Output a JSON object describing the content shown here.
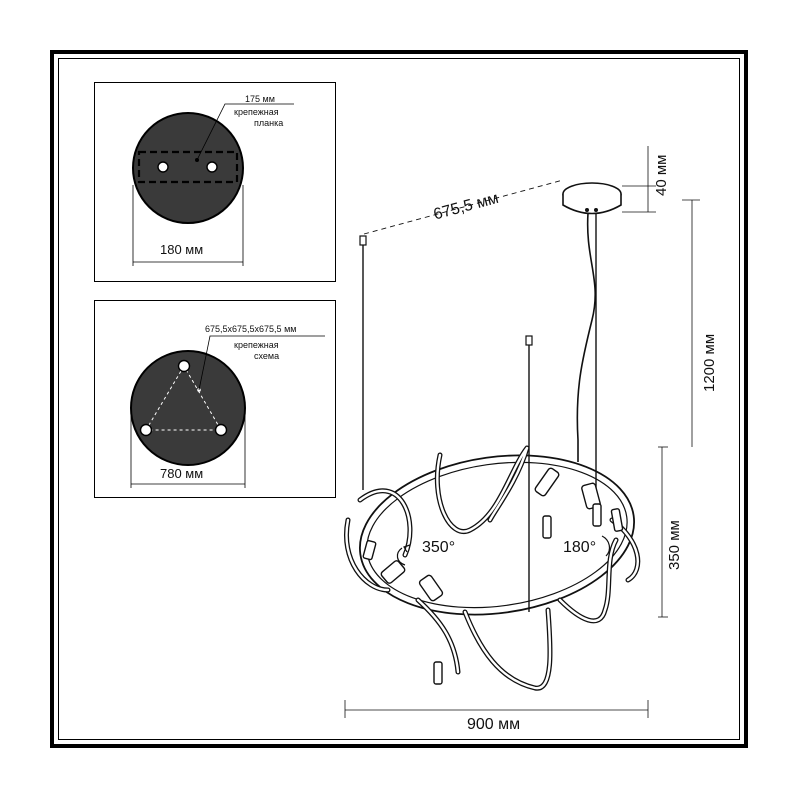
{
  "mount_plate": {
    "plate_label": "175 мм",
    "note_line1": "крепежная",
    "note_line2": "планка",
    "diameter_label": "180 мм"
  },
  "mount_scheme": {
    "scheme_label": "675,5x675,5x675,5 мм",
    "note_line1": "крепежная",
    "note_line2": "схема",
    "diameter_label": "780 мм"
  },
  "main_drawing": {
    "span_label": "675,5 мм",
    "canopy_height_label": "40 мм",
    "suspension_label": "1200 мм",
    "body_height_label": "350 мм",
    "width_label": "900 мм",
    "rotation_left_label": "350°",
    "rotation_right_label": "180°"
  },
  "colors": {
    "line": "#111111",
    "fill_dark": "#3a3a3a",
    "frame": "#000000"
  }
}
